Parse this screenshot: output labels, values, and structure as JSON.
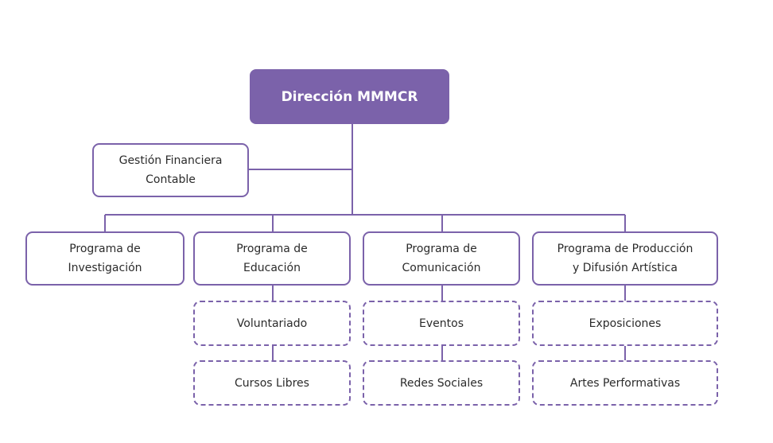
{
  "colors": {
    "accent": "#7b62aa",
    "text": "#2b2b2b",
    "background": "#ffffff"
  },
  "root": {
    "label": "Dirección MMMCR"
  },
  "side": {
    "label": "Gestión Financiera\nContable"
  },
  "programs": [
    {
      "label": "Programa de\nInvestigación",
      "children": []
    },
    {
      "label": "Programa de\nEducación",
      "children": [
        "Voluntariado",
        "Cursos Libres"
      ]
    },
    {
      "label": "Programa de\nComunicación",
      "children": [
        "Eventos",
        "Redes Sociales"
      ]
    },
    {
      "label": "Programa de Producción\ny Difusión Artística",
      "children": [
        "Exposiciones",
        "Artes Performativas"
      ]
    }
  ]
}
